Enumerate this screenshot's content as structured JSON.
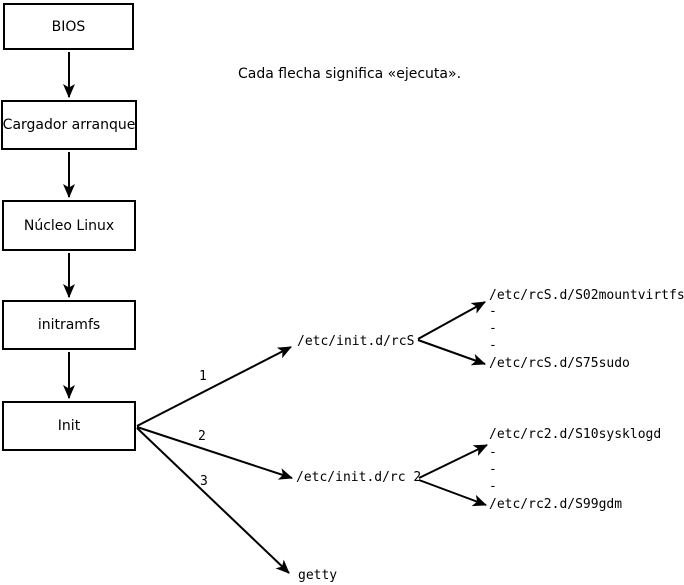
{
  "diagram": {
    "caption": "Cada flecha significa «ejecuta».",
    "boxes": [
      {
        "id": "bios",
        "label": "BIOS"
      },
      {
        "id": "bootloader",
        "label": "Cargador arranque"
      },
      {
        "id": "kernel",
        "label": "Núcleo Linux"
      },
      {
        "id": "initramfs",
        "label": "initramfs"
      },
      {
        "id": "init",
        "label": "Init"
      }
    ],
    "init_branches": [
      {
        "number": "1",
        "target": "/etc/init.d/rcS"
      },
      {
        "number": "2",
        "target": "/etc/init.d/rc 2"
      },
      {
        "number": "3",
        "target": "getty"
      }
    ],
    "rcS_children": {
      "first": "/etc/rcS.d/S02mountvirtfs",
      "dashes": [
        "-",
        "-",
        "-"
      ],
      "last": "/etc/rcS.d/S75sudo"
    },
    "rc2_children": {
      "first": "/etc/rc2.d/S10sysklogd",
      "dashes": [
        "-",
        "-",
        "-"
      ],
      "last": "/etc/rc2.d/S99gdm"
    },
    "colors": {
      "foreground": "#000000",
      "background": "#ffffff"
    }
  }
}
